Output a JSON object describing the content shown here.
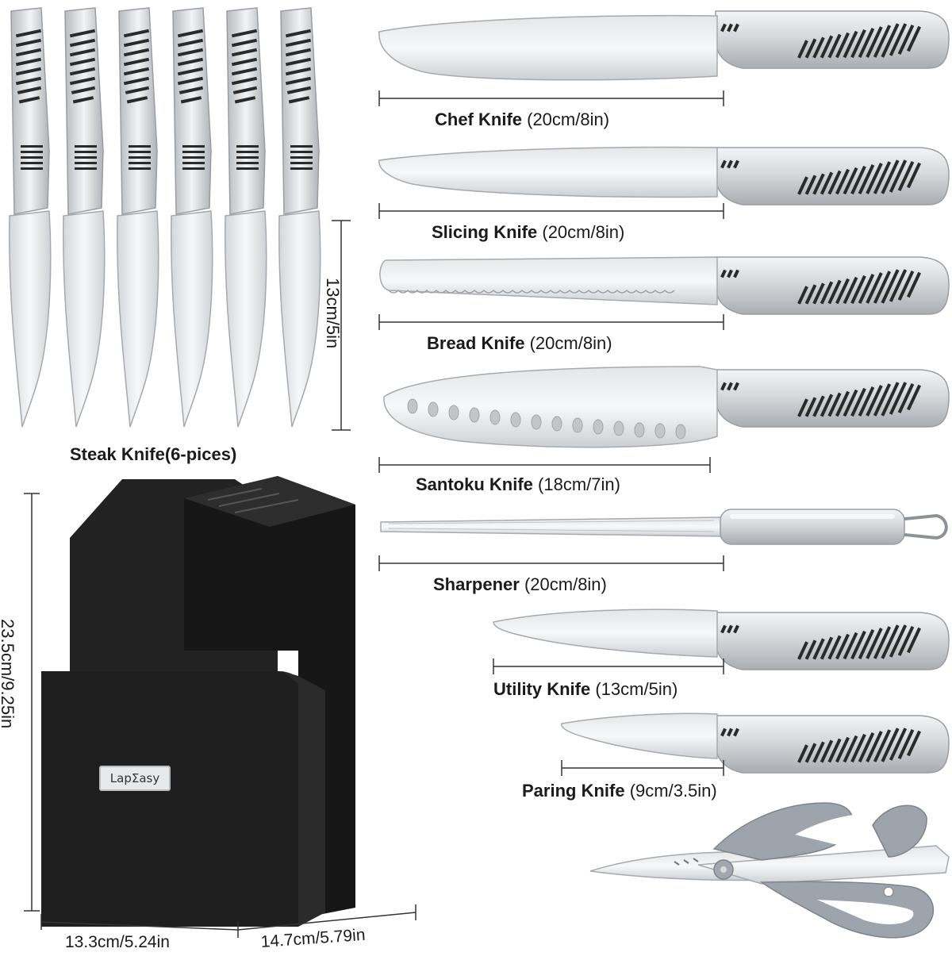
{
  "steak": {
    "name": "Steak Knife(6-pices)",
    "size": "13cm/5in",
    "count": 6
  },
  "knives": [
    {
      "id": "chef",
      "name": "Chef Knife",
      "size": "(20cm/8in)"
    },
    {
      "id": "slicing",
      "name": "Slicing Knife",
      "size": "(20cm/8in)"
    },
    {
      "id": "bread",
      "name": "Bread Knife",
      "size": "(20cm/8in)"
    },
    {
      "id": "santoku",
      "name": "Santoku Knife",
      "size": "(18cm/7in)"
    },
    {
      "id": "sharpener",
      "name": "Sharpener",
      "size": "(20cm/8in)"
    },
    {
      "id": "utility",
      "name": "Utility Knife",
      "size": "(13cm/5in)"
    },
    {
      "id": "paring",
      "name": "Paring Knife",
      "size": "(9cm/3.5in)"
    }
  ],
  "block": {
    "logo": "LapΣasy",
    "height": "23.5cm/9.25in",
    "width": "13.3cm/5.24in",
    "depth": "14.7cm/5.79in",
    "color": "#1e1e1e"
  },
  "colors": {
    "steel": "#c9cbce",
    "scissor_handle": "#9aa0a8",
    "text": "#1b1b1b"
  }
}
